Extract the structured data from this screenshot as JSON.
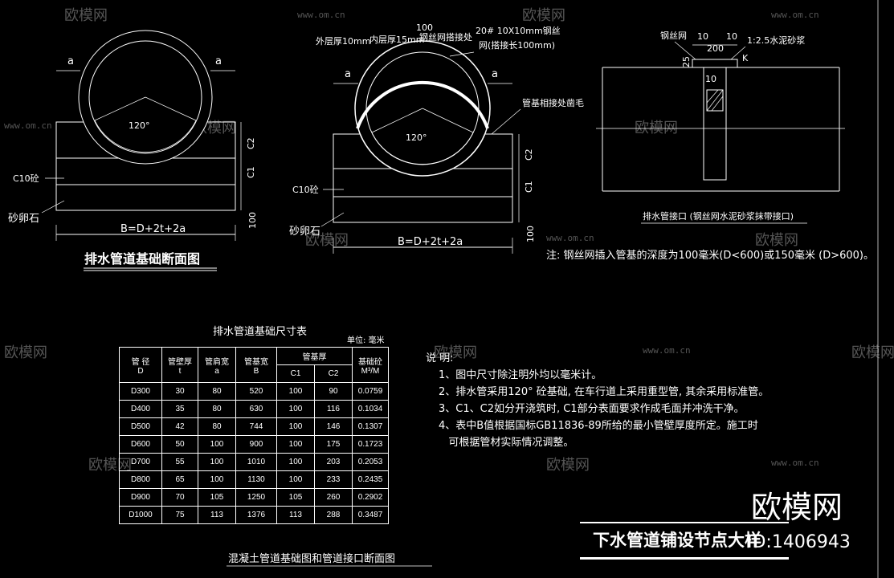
{
  "watermark": {
    "brand": "欧模网",
    "url": "www.om.cn"
  },
  "fig1": {
    "title": "排水管道基础断面图",
    "angle": "120°",
    "label_a": "a",
    "c10": "C10砼",
    "gravel": "砂卵石",
    "c1": "C1",
    "c2": "C2",
    "dim100": "100",
    "width_formula": "B=D+2t+2a"
  },
  "fig2": {
    "angle": "120°",
    "label_a": "a",
    "outer": "外层厚10mm",
    "inner": "内层厚15mm",
    "mesh": "钢丝网搭接处",
    "dim100": "100",
    "rebar": "20# 10X10mm钢丝",
    "rebar2": "网(搭接长100mm)",
    "rough": "管基相接处凿毛",
    "c10": "C10砼",
    "gravel": "砂卵石",
    "c1": "C1",
    "c2": "C2",
    "width_formula": "B=D+2t+2a"
  },
  "fig3": {
    "mesh": "钢丝网",
    "d10a": "10",
    "d10b": "10",
    "d200": "200",
    "mortar": "1:2.5水泥砂浆",
    "d10c": "10",
    "d25": "25",
    "k": "K",
    "caption": "排水管接口 (钢丝网水泥砂浆抹带接口)",
    "note": "注: 钢丝网插入管基的深度为100毫米(D<600)或150毫米 (D>600)。"
  },
  "table": {
    "title": "排水管道基础尺寸表",
    "unit": "单位: 毫米",
    "head1": [
      "管  径",
      "管壁厚",
      "管肩宽",
      "管基宽",
      "管基厚",
      "基础砼"
    ],
    "head2": [
      "D",
      "t",
      "a",
      "B",
      "C1",
      "C2",
      "M³/M"
    ],
    "rows": [
      [
        "D300",
        "30",
        "80",
        "520",
        "100",
        "90",
        "0.0759"
      ],
      [
        "D400",
        "35",
        "80",
        "630",
        "100",
        "116",
        "0.1034"
      ],
      [
        "D500",
        "42",
        "80",
        "744",
        "100",
        "146",
        "0.1307"
      ],
      [
        "D600",
        "50",
        "100",
        "900",
        "100",
        "175",
        "0.1723"
      ],
      [
        "D700",
        "55",
        "100",
        "1010",
        "100",
        "203",
        "0.2053"
      ],
      [
        "D800",
        "65",
        "100",
        "1130",
        "100",
        "233",
        "0.2435"
      ],
      [
        "D900",
        "70",
        "105",
        "1250",
        "105",
        "260",
        "0.2902"
      ],
      [
        "D1000",
        "75",
        "113",
        "1376",
        "113",
        "288",
        "0.3487"
      ]
    ]
  },
  "notes": {
    "heading": "说  明:",
    "items": [
      "1、图中尺寸除注明外均以毫米计。",
      "2、排水管采用120° 砼基础, 在车行道上采用重型管, 其余采用标准管。",
      "3、C1、C2如分开浇筑时, C1部分表面要求作成毛面并冲洗干净。",
      "4、表中B值根据国标GB11836-89所给的最小管壁厚度所定。施工时",
      "   可根据管材实际情况调整。"
    ]
  },
  "bottom_caption": "混凝土管道基础图和管道接口断面图",
  "title_block": {
    "title": "下水管道铺设节点大样",
    "brand": "欧模网",
    "code": "ID:1406943"
  }
}
